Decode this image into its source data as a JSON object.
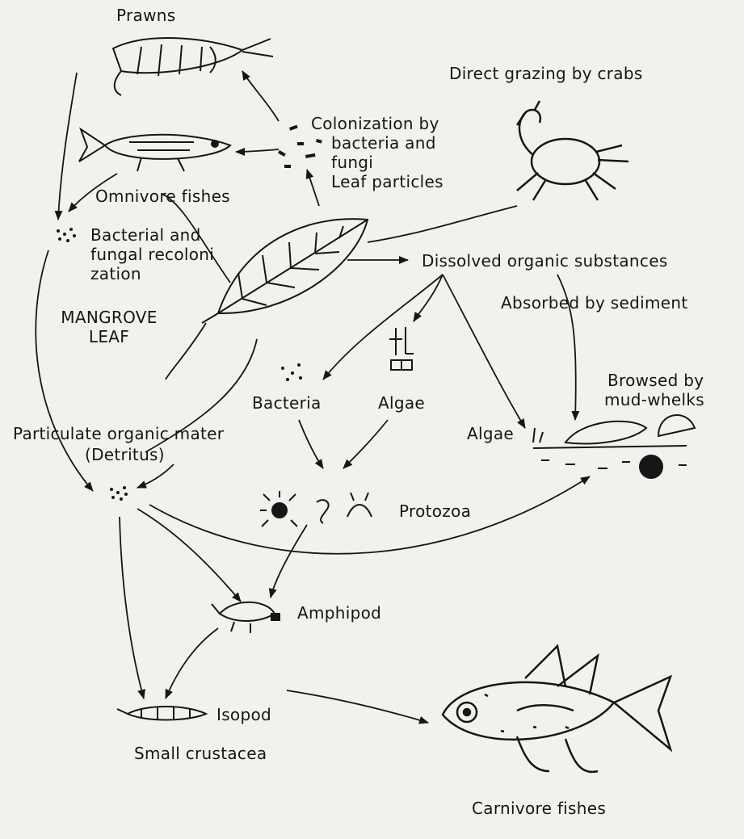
{
  "diagram": {
    "prawns": "Prawns",
    "direct_grazing": "Direct grazing by crabs",
    "colonization": [
      "Colonization by",
      "bacteria and",
      "fungi",
      "Leaf particles"
    ],
    "omnivore_fishes": "Omnivore fishes",
    "recolonization": [
      "Bacterial and",
      "fungal recoloni",
      "zation"
    ],
    "mangrove_leaf": [
      "MANGROVE",
      "LEAF"
    ],
    "dissolved": "Dissolved organic substances",
    "absorbed": "Absorbed by sediment",
    "bacteria": "Bacteria",
    "algae_center": "Algae",
    "browsed": [
      "Browsed by",
      "mud-whelks"
    ],
    "algae_right": "Algae",
    "particulate": "Particulate organic mater",
    "detritus": "(Detritus)",
    "protozoa": "Protozoa",
    "amphipod": "Amphipod",
    "isopod": "Isopod",
    "small_crustacea": "Small crustacea",
    "carnivore_fishes": "Carnivore fishes"
  }
}
